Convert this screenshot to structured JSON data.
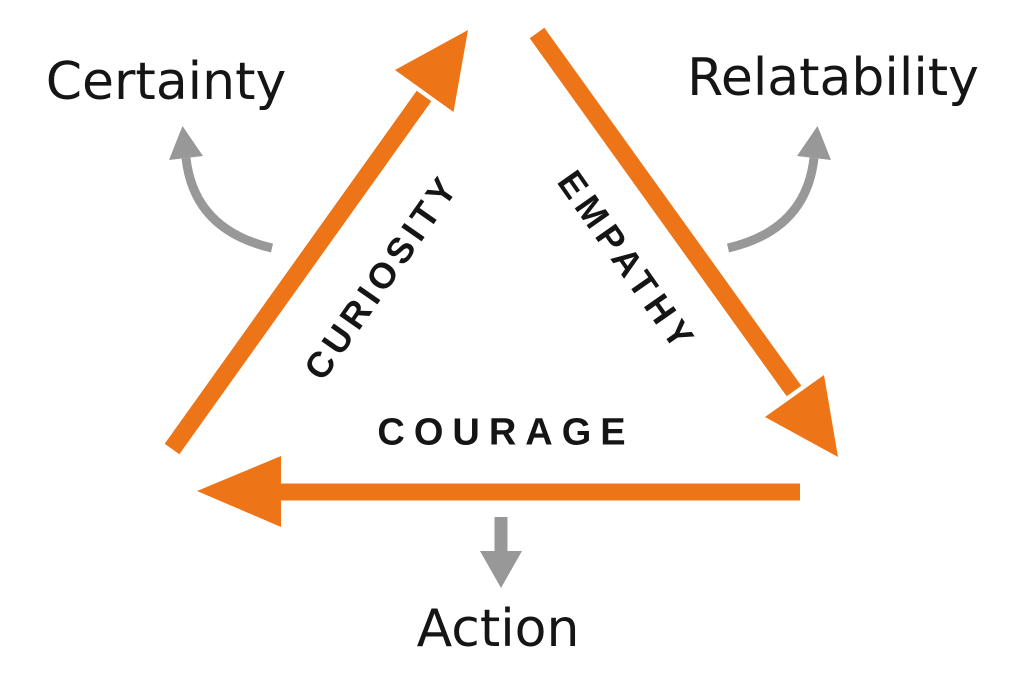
{
  "triangle": {
    "edges": [
      {
        "label": "CURIOSITY"
      },
      {
        "label": "EMPATHY"
      },
      {
        "label": "COURAGE"
      }
    ],
    "outcomes": [
      {
        "label": "Certainty"
      },
      {
        "label": "Relatability"
      },
      {
        "label": "Action"
      }
    ],
    "colors": {
      "edge_arrow": "#EE7517",
      "outcome_arrow": "#989898",
      "label_text": "#151515",
      "background": "#FFFFFF"
    }
  }
}
